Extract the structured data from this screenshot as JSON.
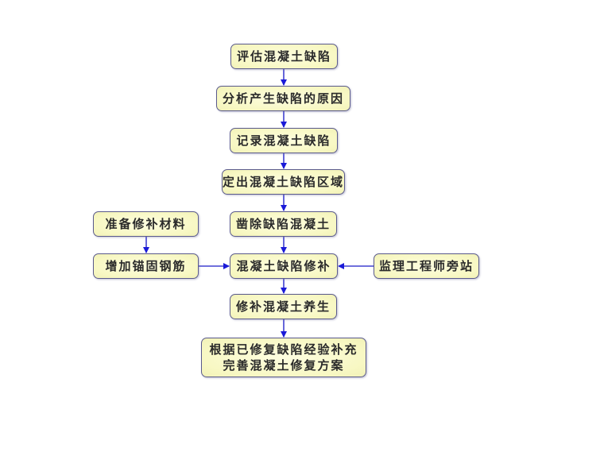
{
  "diagram": {
    "type": "flowchart",
    "colors": {
      "box_border": "#5b5b8c",
      "box_fill": "#f8f8c4",
      "arrow": "#2525d0",
      "text": "#2a2a2a"
    },
    "nodes": [
      {
        "id": "n1",
        "label": "评估混凝土缺陷"
      },
      {
        "id": "n2",
        "label": "分析产生缺陷的原因"
      },
      {
        "id": "n3",
        "label": "记录混凝土缺陷"
      },
      {
        "id": "n4",
        "label": "定出混凝土缺陷区域"
      },
      {
        "id": "n5",
        "label": "凿除缺陷混凝土"
      },
      {
        "id": "n6",
        "label": "混凝土缺陷修补"
      },
      {
        "id": "n7",
        "label": "修补混凝土养生"
      },
      {
        "id": "n8",
        "label": "根据已修复缺陷经验补充\n完善混凝土修复方案"
      },
      {
        "id": "l1",
        "label": "准备修补材料"
      },
      {
        "id": "l2",
        "label": "增加锚固钢筋"
      },
      {
        "id": "r1",
        "label": "监理工程师旁站"
      }
    ],
    "edges": [
      {
        "from": "n1",
        "to": "n2"
      },
      {
        "from": "n2",
        "to": "n3"
      },
      {
        "from": "n3",
        "to": "n4"
      },
      {
        "from": "n4",
        "to": "n5"
      },
      {
        "from": "n5",
        "to": "n6"
      },
      {
        "from": "n6",
        "to": "n7"
      },
      {
        "from": "n7",
        "to": "n8"
      },
      {
        "from": "l1",
        "to": "l2"
      },
      {
        "from": "l2",
        "to": "n6"
      },
      {
        "from": "r1",
        "to": "n6"
      }
    ]
  }
}
